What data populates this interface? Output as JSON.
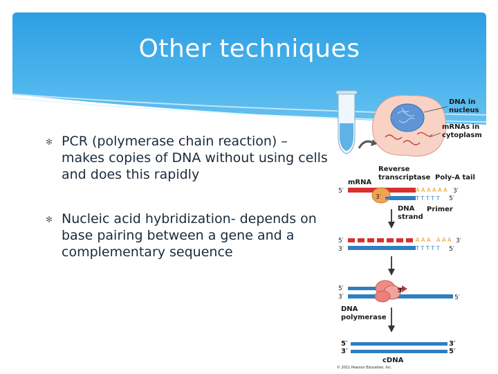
{
  "slide": {
    "title": "Other techniques",
    "bullet_symbol": "✻",
    "bullets": [
      "PCR (polymerase chain reaction) – makes copies of DNA without using cells and does this rapidly",
      "Nucleic acid hybridization- depends on base pairing between a gene and a complementary sequence"
    ]
  },
  "figure": {
    "label_dna_nucleus_1": "DNA in",
    "label_dna_nucleus_2": "nucleus",
    "label_mrnas_1": "mRNAs in",
    "label_mrnas_2": "cytoplasm",
    "label_reverse_1": "Reverse",
    "label_reverse_2": "transcriptase",
    "label_polya": "Poly-A tail",
    "label_mrna": "mRNA",
    "polya_seq": "A A A A A A",
    "t_seq": "T T T T T",
    "end_5prime": "5′",
    "end_3prime": "3′",
    "label_dna_strand_1": "DNA",
    "label_dna_strand_2": "strand",
    "label_primer": "Primer",
    "aaa_seq_1": "A A A",
    "aaa_seq_2": "A A A",
    "label_dna_pol_1": "DNA",
    "label_dna_pol_2": "polymerase",
    "label_cdna": "cDNA",
    "copyright": "© 2011 Pearson Education, Inc."
  },
  "colors": {
    "header": "#3aa8e8",
    "mrna_strand": "#d6312e",
    "dna_strand": "#2f7fc1",
    "polya_text": "#e09a18",
    "cell_fill": "#f8d2c4",
    "nucleus_fill": "#5f95d6"
  }
}
